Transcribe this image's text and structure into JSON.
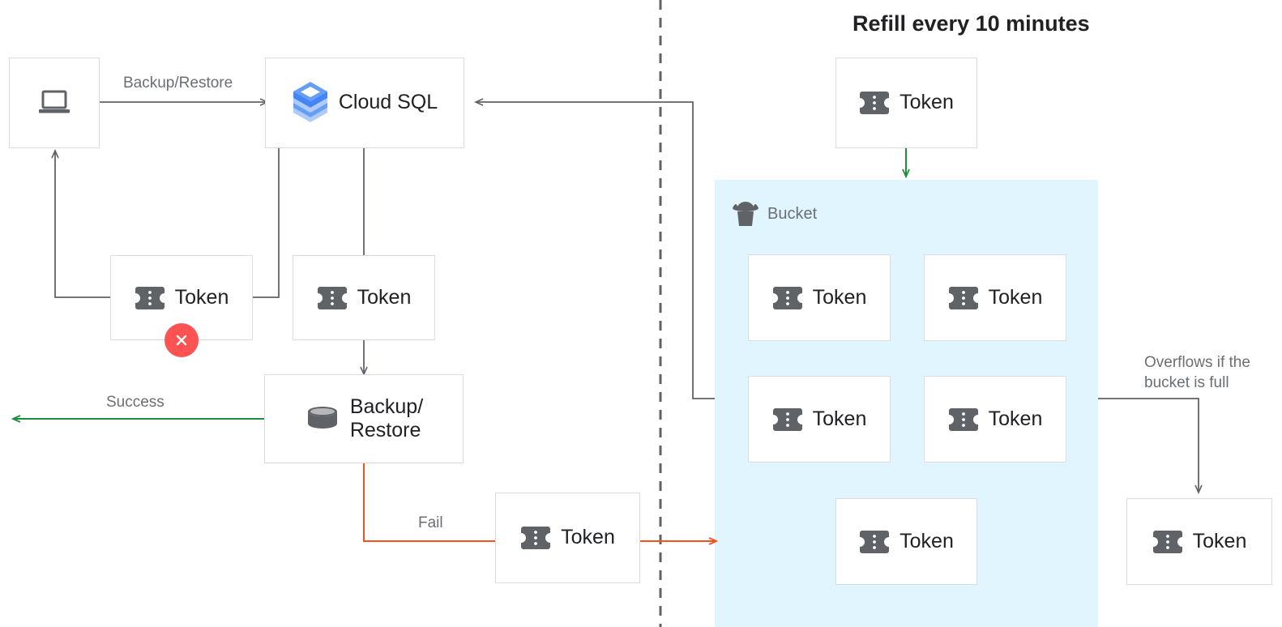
{
  "title": "Refill every 10 minutes",
  "colors": {
    "node_border": "#dadce0",
    "bucket_fill": "#e1f5fe",
    "wire": "#5f6368",
    "success": "#1e8e3e",
    "fail": "#f4511e",
    "error_badge": "#ff5252",
    "token_icon": "#5f6368",
    "label_text": "#6b6f73"
  },
  "nodes": {
    "client": {
      "icon": "laptop-icon",
      "label": ""
    },
    "cloud_sql": {
      "icon": "cloud-sql-icon",
      "label": "Cloud SQL"
    },
    "token_failed": {
      "icon": "token-icon",
      "label": "Token",
      "badge": "error-x-icon"
    },
    "token_consumed": {
      "icon": "token-icon",
      "label": "Token"
    },
    "backup_restore": {
      "icon": "database-icon",
      "label": "Backup/\nRestore"
    },
    "token_fail_return": {
      "icon": "token-icon",
      "label": "Token"
    },
    "token_refill": {
      "icon": "token-icon",
      "label": "Token"
    },
    "token_overflow": {
      "icon": "token-icon",
      "label": "Token"
    }
  },
  "bucket": {
    "icon": "bucket-icon",
    "label": "Bucket",
    "tokens": [
      {
        "icon": "token-icon",
        "label": "Token"
      },
      {
        "icon": "token-icon",
        "label": "Token"
      },
      {
        "icon": "token-icon",
        "label": "Token"
      },
      {
        "icon": "token-icon",
        "label": "Token"
      },
      {
        "icon": "token-icon",
        "label": "Token"
      }
    ]
  },
  "edges": {
    "backup_restore_label": "Backup/Restore",
    "success_label": "Success",
    "fail_label": "Fail",
    "overflow_label": "Overflows if the\nbucket is full"
  }
}
